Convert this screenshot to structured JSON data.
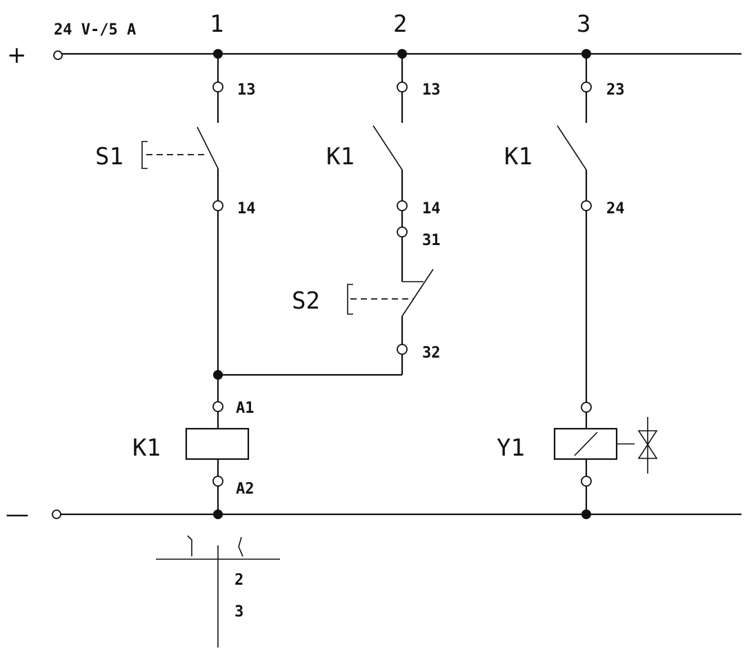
{
  "supply_label": "24 V-/5 A",
  "rail_plus": "+",
  "rail_minus": "—",
  "columns": [
    "1",
    "2",
    "3"
  ],
  "branch1": {
    "top_terminal": "13",
    "switch_label": "S1",
    "switch_bottom_terminal": "14",
    "coil_top_terminal": "A1",
    "coil_label": "K1",
    "coil_bottom_terminal": "A2"
  },
  "branch2": {
    "top_terminal": "13",
    "contact_label": "K1",
    "contact_bottom_terminal": "14",
    "nc_top_terminal": "31",
    "switch_label": "S2",
    "nc_bottom_terminal": "32"
  },
  "branch3": {
    "top_terminal": "23",
    "contact_label": "K1",
    "contact_bottom_terminal": "24",
    "valve_label": "Y1"
  },
  "contact_table": {
    "entries": [
      "2",
      "3"
    ]
  }
}
